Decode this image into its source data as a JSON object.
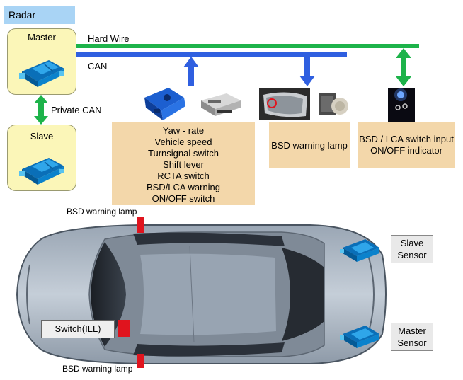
{
  "radar_title": "Radar (24GHz)",
  "master": {
    "label": "Master"
  },
  "slave": {
    "label": "Slave"
  },
  "private_can_label": "Private CAN",
  "hard_wire_label": "Hard Wire",
  "can_label": "CAN",
  "vehicle_inputs": [
    "Yaw - rate",
    "Vehicle speed",
    "Turnsignal switch",
    "Shift lever",
    "RCTA switch",
    "BSD/LCA warning",
    "ON/OFF switch"
  ],
  "bsd_lamp_box": "BSD warning lamp",
  "switch_box_lines": [
    "BSD / LCA switch input",
    "ON/OFF indicator"
  ],
  "car_labels": {
    "bsd_lamp_top": "BSD warning lamp",
    "bsd_lamp_bottom": "BSD warning lamp",
    "switch_ill": "Switch(ILL)"
  },
  "slave_sensor_lines": [
    "Slave",
    "Sensor"
  ],
  "master_sensor_lines": [
    "Master",
    "Sensor"
  ],
  "colors": {
    "hard_wire": "#1db34a",
    "can": "#2f5fe0",
    "box_fill": "#f3d7aa",
    "node_fill": "#fbf6b8",
    "radar_label": "#a9d4f5",
    "lamp_red": "#e0141e"
  }
}
